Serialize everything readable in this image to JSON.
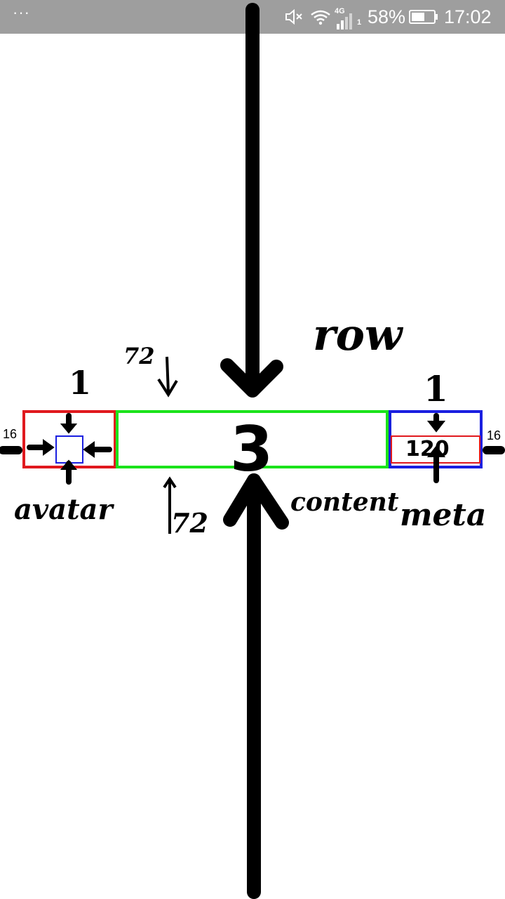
{
  "status_bar": {
    "menu_dots": "···",
    "network_type": "4G",
    "sim_slot": "1",
    "battery_percent": "58%",
    "time": "17:02",
    "icons": [
      "mute-icon",
      "wifi-icon",
      "signal-icon",
      "battery-icon"
    ],
    "background_color": "#9e9e9e"
  },
  "sketch": {
    "row_label": "row",
    "top_height_label": "72",
    "bottom_height_label": "72",
    "content_weight": "3",
    "avatar_weight": "1",
    "meta_weight": "1",
    "left_margin": "16",
    "right_margin": "16",
    "avatar_label": "avatar",
    "content_label": "content",
    "meta_label": "meta",
    "meta_value": "120",
    "colors": {
      "avatar_box": "#e0191e",
      "content_box": "#1be31b",
      "meta_box": "#1a1fe0",
      "inner_avatar_square": "#1a1fe0",
      "inner_meta_box": "#e0191e",
      "ink": "#000000"
    }
  }
}
